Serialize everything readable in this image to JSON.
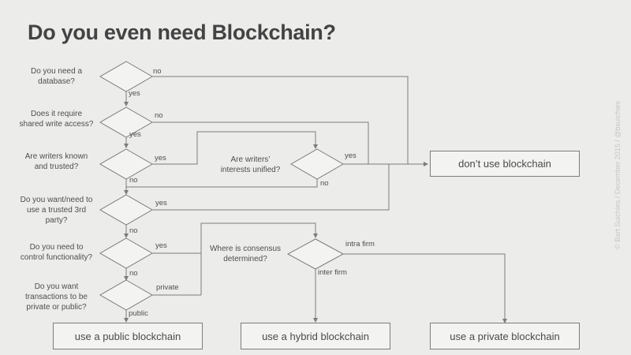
{
  "title": "Do you even need Blockchain?",
  "watermark": "© Bart Suichies / December 2015 / @bsuichies",
  "colors": {
    "background": "#ececeb",
    "shape_fill": "#f3f3f2",
    "line_stroke": "#7c7c7c",
    "text": "#4e4e4e",
    "title_text": "#434343",
    "watermark_text": "#c6c6c6"
  },
  "diagram": {
    "questions": [
      {
        "id": "database",
        "lines": [
          "Do you need a",
          "database?"
        ]
      },
      {
        "id": "shared-write-access",
        "lines": [
          "Does it require",
          "shared write access?"
        ]
      },
      {
        "id": "writers-known-trusted",
        "lines": [
          "Are writers known",
          "and trusted?"
        ]
      },
      {
        "id": "trusted-3rd-party",
        "lines": [
          "Do you want/need to",
          "use a trusted 3rd",
          "party?"
        ]
      },
      {
        "id": "control-functionality",
        "lines": [
          "Do you need to",
          "control functionality?"
        ]
      },
      {
        "id": "private-or-public",
        "lines": [
          "Do you want",
          "transactions to be",
          "private or public?"
        ]
      },
      {
        "id": "interests-unified",
        "lines": [
          "Are writers’",
          "interests unified?"
        ]
      },
      {
        "id": "consensus-determined",
        "lines": [
          "Where is consensus",
          "determined?"
        ]
      }
    ],
    "edge_labels": {
      "db_no": "no",
      "db_yes": "yes",
      "write_no": "no",
      "write_yes": "yes",
      "known_yes": "yes",
      "known_no": "no",
      "unified_yes": "yes",
      "unified_no": "no",
      "third_yes": "yes",
      "third_no": "no",
      "control_yes": "yes",
      "control_no": "no",
      "tx_private": "private",
      "tx_public": "public",
      "consensus_intra": "intra firm",
      "consensus_inter": "inter firm"
    },
    "outcomes": [
      {
        "id": "dont-use",
        "label": "don’t use blockchain"
      },
      {
        "id": "public",
        "label": "use a public blockchain"
      },
      {
        "id": "hybrid",
        "label": "use a hybrid blockchain"
      },
      {
        "id": "private",
        "label": "use a private blockchain"
      }
    ]
  }
}
